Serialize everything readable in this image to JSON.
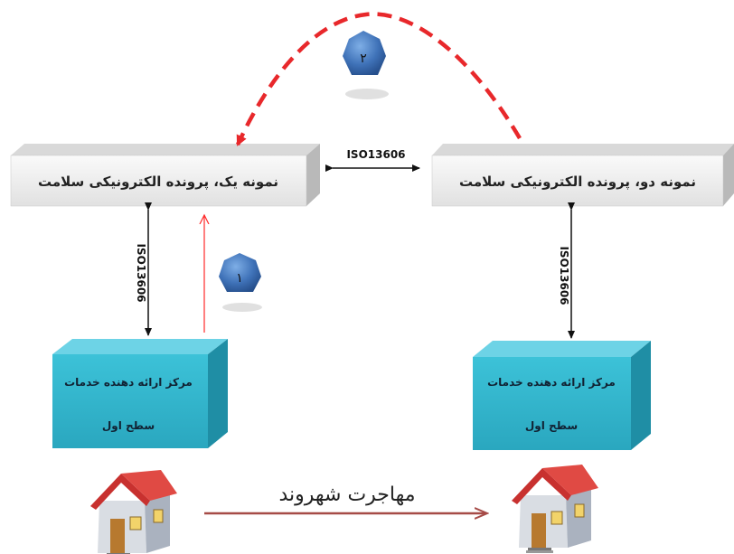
{
  "diagram": {
    "ehr_left": {
      "label": "نمونه یک، پرونده الکترونیکی سلامت"
    },
    "ehr_right": {
      "label": "نمونه دو، پرونده الکترونیکی سلامت"
    },
    "link_between_ehr": {
      "label": "ISO13606"
    },
    "link_left_vertical": {
      "label": "ISO13606"
    },
    "link_right_vertical": {
      "label": "ISO13606"
    },
    "service_left": {
      "line1": "مرکز ارائه دهنده خدمات",
      "line2": "سطح اول"
    },
    "service_right": {
      "line1": "مرکز ارائه دهنده خدمات",
      "line2": "سطح اول"
    },
    "step_one": {
      "label": "۱"
    },
    "step_two": {
      "label": "۲"
    },
    "migration": {
      "label": "مهاجرت شهروند"
    }
  },
  "colors": {
    "box_gray": "#eeeeee",
    "box_teal": "#35b5cc",
    "dashed_red": "#e8282b",
    "migration_arrow": "#a64b47",
    "badge_blue": "#3b6fb6",
    "roof_red": "#c8312f"
  },
  "icons": [
    "house-icon-left",
    "house-icon-right",
    "heptagon-badge-one",
    "heptagon-badge-two"
  ]
}
